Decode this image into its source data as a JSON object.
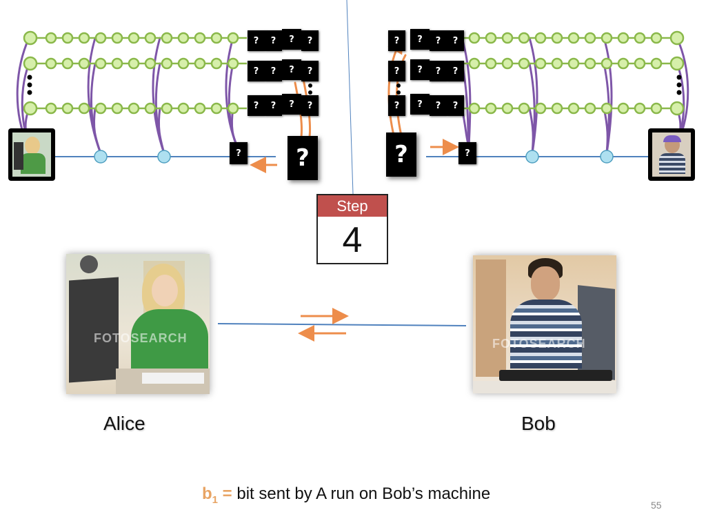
{
  "step": {
    "label": "Step",
    "number": "4"
  },
  "alice": {
    "name": "Alice",
    "watermark": "FOTOSEARCH"
  },
  "bob": {
    "name": "Bob",
    "watermark": "FOTOSEARCH"
  },
  "question_mark": "?",
  "caption": {
    "symbol": "b",
    "subscript": "1",
    "equals": " =",
    "text": " bit sent by A run on Bob’s machine"
  },
  "page_number": "55",
  "colors": {
    "chain_node": "#d6efaa",
    "chain_line": "#8ab84a",
    "timeline": "#4f81bd",
    "timeline_node": "#aee0f0",
    "wire": "#7e56a8",
    "arrow": "#ed8d4b",
    "step_header": "#c0504d",
    "caption_symbol": "#e8a464"
  }
}
